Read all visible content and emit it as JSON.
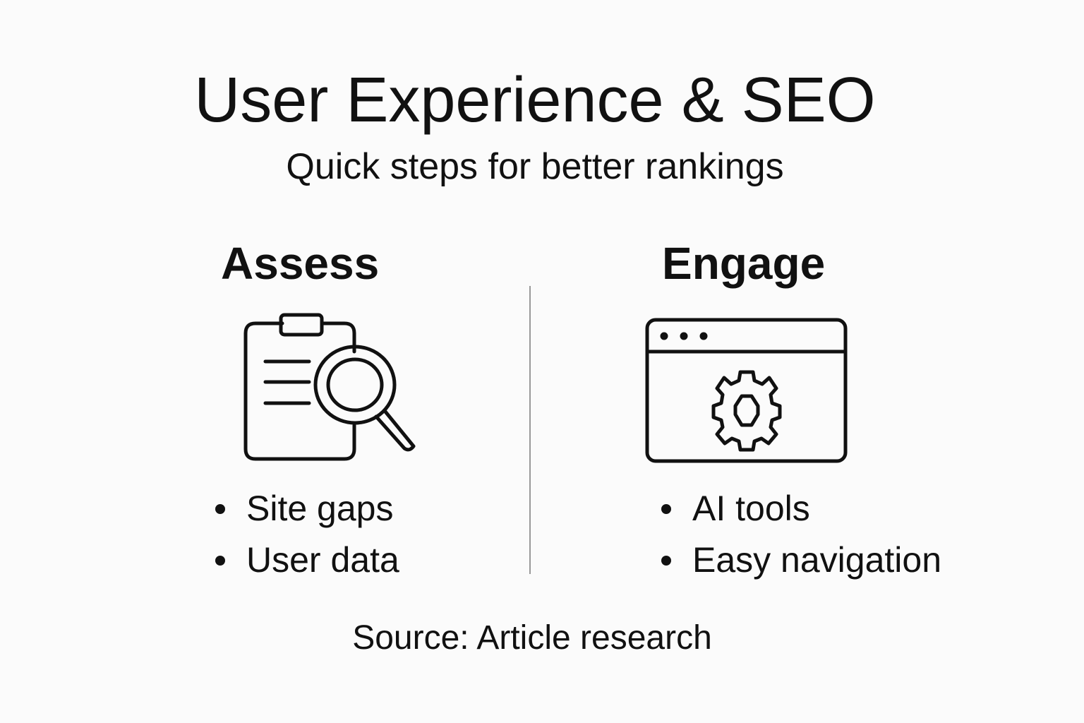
{
  "title": "User Experience & SEO",
  "subtitle": "Quick steps for better rankings",
  "columns": [
    {
      "heading": "Assess",
      "icon": "clipboard-search-icon",
      "bullets": [
        "Site gaps",
        "User data"
      ]
    },
    {
      "heading": "Engage",
      "icon": "browser-gear-icon",
      "bullets": [
        "AI tools",
        "Easy navigation"
      ]
    }
  ],
  "source": "Source: Article research",
  "colors": {
    "background": "#fbfbfb",
    "text": "#111111",
    "divider": "#999999"
  }
}
